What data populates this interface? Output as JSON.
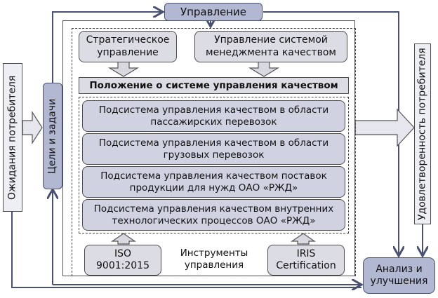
{
  "diagram": {
    "management": "Управление",
    "strategic": "Стратегическое управление",
    "qms_management": "Управление системой менеджмента качеством",
    "regulation": "Положение о системе управления качеством",
    "subsystems": [
      "Подсистема управления качеством в области пассажирских перевозок",
      "Подсистема управления качеством в области грузовых перевозок",
      "Подсистема управления качеством поставок продукции для нужд ОАО «РЖД»",
      "Подсистема управления качеством внутренних технологических процессов ОАО «РЖД»"
    ],
    "customer_expectations": "Ожидания потребителя",
    "goals": "Цели и задачи",
    "customer_satisfaction": "Удовлетворенность потребителя",
    "analysis": "Анализ и улучшения",
    "tools_label": "Инструменты управления",
    "iso": "ISO 9001:2015",
    "iris": "IRIS Certification"
  },
  "colors": {
    "line": "#4a5070",
    "dark_fill": "#b3b8d2",
    "light_fill": "#dcdce4"
  }
}
